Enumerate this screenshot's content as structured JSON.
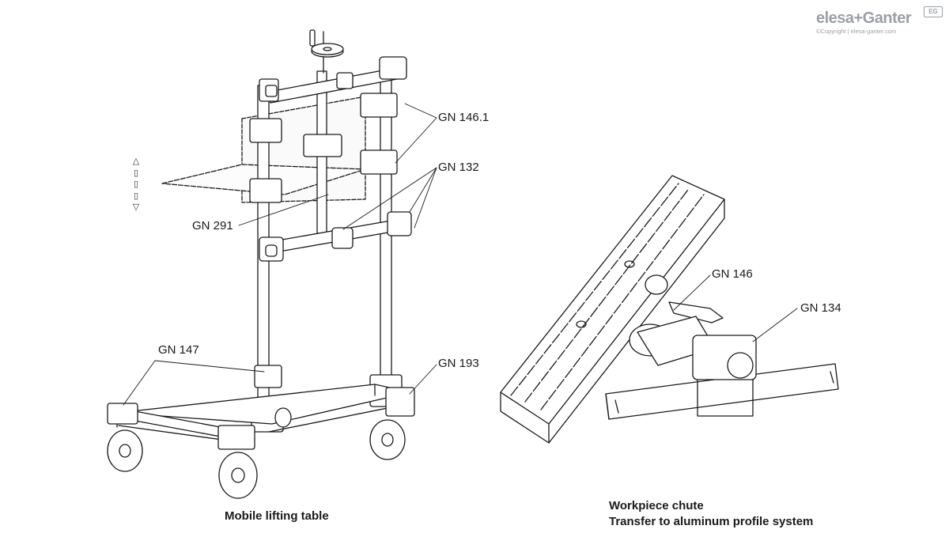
{
  "logo": {
    "brand": "elesa+Ganter",
    "badge": "EG",
    "copyright": "©Copyright | elesa-ganter.com"
  },
  "movement_arrows": {
    "up": "△",
    "mid": "▯",
    "down": "▽"
  },
  "callouts": {
    "gn_146_1": "GN 146.1",
    "gn_132": "GN 132",
    "gn_291": "GN 291",
    "gn_147": "GN 147",
    "gn_193": "GN 193",
    "gn_146": "GN 146",
    "gn_134": "GN 134"
  },
  "captions": {
    "left": "Mobile lifting table",
    "right_line1": "Workpiece chute",
    "right_line2": "Transfer to aluminum profile system"
  }
}
